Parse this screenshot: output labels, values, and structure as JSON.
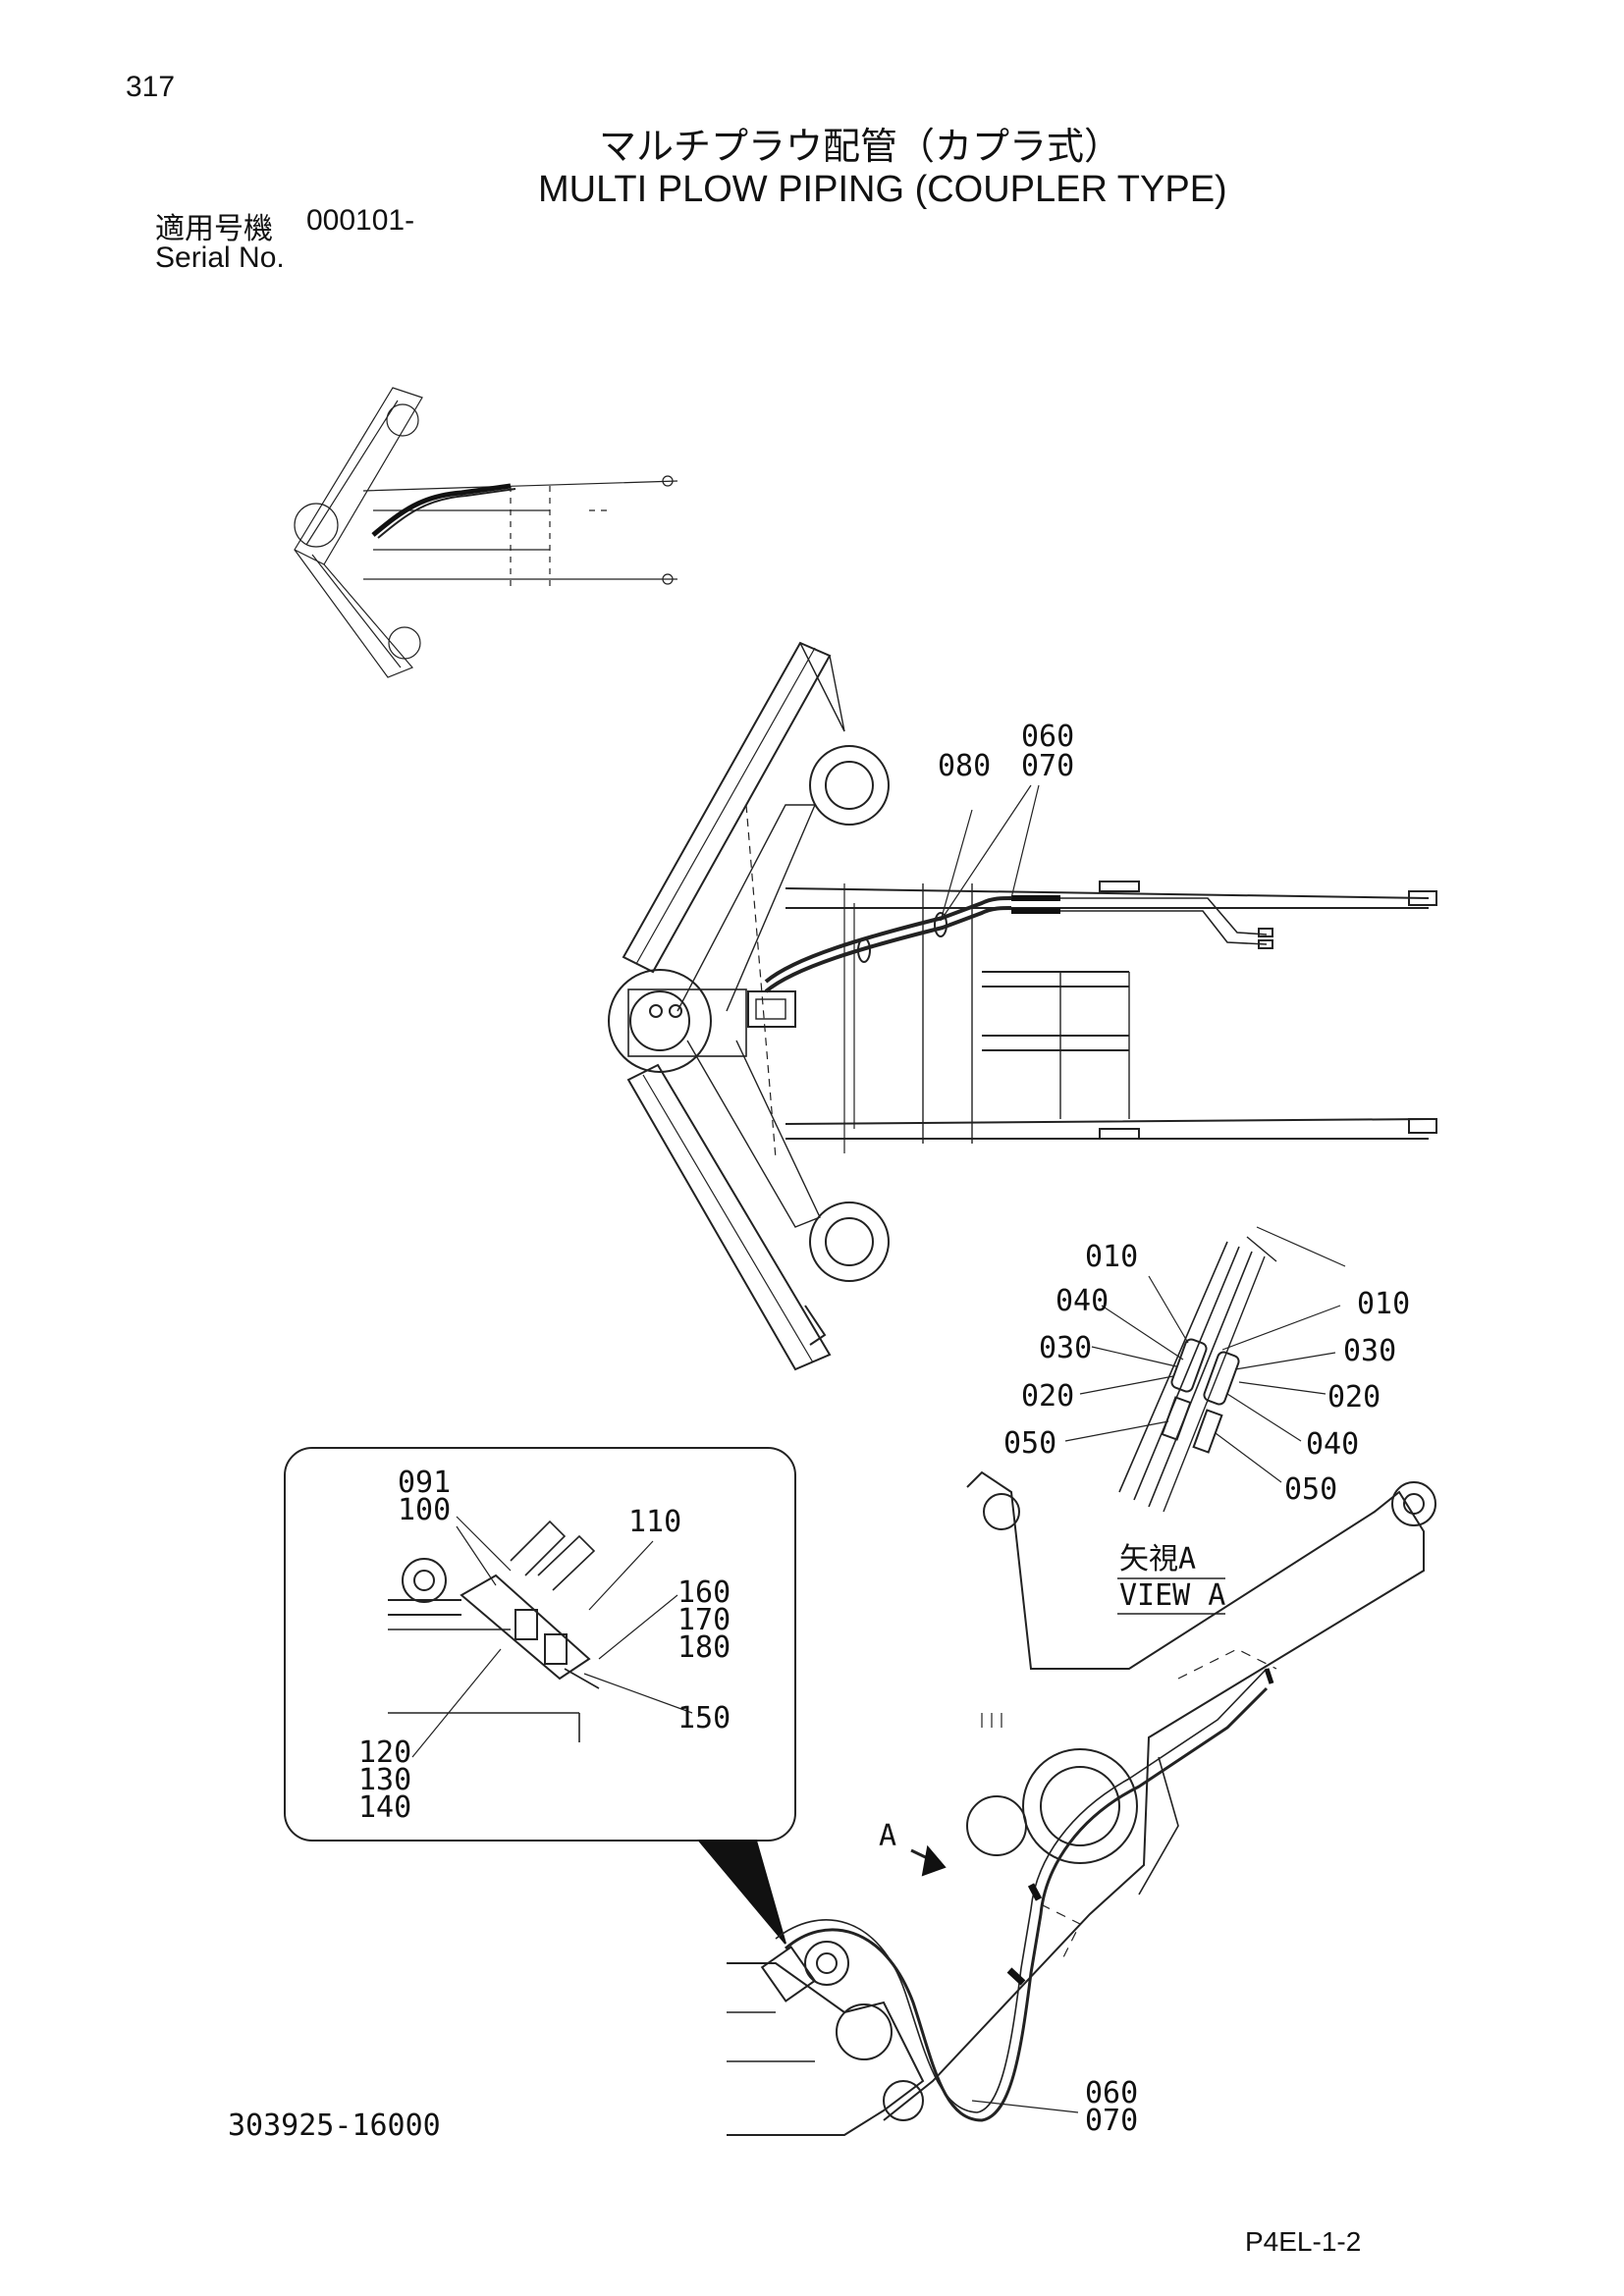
{
  "page_number": "317",
  "title_jp": "マルチプラウ配管（カプラ式）",
  "title_en": "MULTI PLOW PIPING (COUPLER TYPE)",
  "serial": {
    "label_jp": "適用号機",
    "value": "000101-",
    "label_en": "Serial No."
  },
  "callouts": {
    "c060a": "060",
    "c070a": "070",
    "c080": "080",
    "v010a": "010",
    "v040a": "040",
    "v030a": "030",
    "v020a": "020",
    "v050a": "050",
    "v010b": "010",
    "v030b": "030",
    "v020b": "020",
    "v040b": "040",
    "v050b": "050",
    "d091": "091",
    "d100": "100",
    "d110": "110",
    "d160": "160",
    "d170": "170",
    "d180": "180",
    "d150": "150",
    "d120": "120",
    "d130": "130",
    "d140": "140",
    "b060": "060",
    "b070": "070",
    "arrow_a": "A"
  },
  "view_label_jp": "矢視A",
  "view_label_en": "VIEW A",
  "doc_number": "303925-16000",
  "page_ref": "P4EL-1-2"
}
